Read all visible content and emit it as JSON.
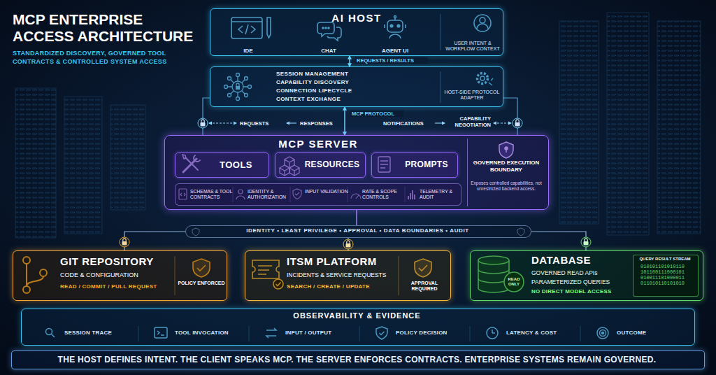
{
  "diagram": {
    "title": "MCP ENTERPRISE ACCESS ARCHITECTURE",
    "nodes": [
      {
        "text": [
          "AI HOST",
          "IDE",
          "CHAT",
          "AGENT UI",
          "USER INTENT & WORKFLOW CONTEXT"
        ]
      },
      {
        "text": [
          "SESSION MANAGEMENT",
          "CAPABILITY DISCOVERY",
          "CONNECTION LIFECYCLE",
          "CONTEXT EXCHANGE",
          "HOST-SIDE PROTOCOL ADAPTER"
        ]
      },
      {
        "text": [
          "MCP SERVER"
        ]
      },
      {
        "text": [
          "TOOLS"
        ],
        "in": 2
      },
      {
        "text": [
          "RESOURCES"
        ],
        "in": 2
      },
      {
        "text": [
          "PROMPTS"
        ],
        "in": 2
      },
      {
        "text": [
          "GOVERNED EXECUTION BOUNDARY",
          "Exposes controlled capabilities, not unrestricted backend access."
        ],
        "in": 2
      },
      {
        "text": [
          "SCHEMAS & TOOL CONTRACTS",
          "IDENTITY & AUTHORIZATION",
          "INPUT VALIDATION",
          "RATE & SCOPE CONTROLS",
          "TELEMETRY & AUDIT"
        ],
        "in": 2
      },
      {
        "text": [
          "IDENTITY • LEAST PRIVILEGE • APPROVAL • DATA BOUNDARIES • AUDIT"
        ]
      },
      {
        "text": [
          "GIT REPOSITORY",
          "CODE & CONFIGURATION",
          "READ / COMMIT / PULL REQUEST",
          "POLICY ENFORCED"
        ]
      },
      {
        "text": [
          "ITSM PLATFORM",
          "INCIDENTS & SERVICE REQUESTS",
          "SEARCH / CREATE / UPDATE",
          "APPROVAL REQUIRED"
        ]
      },
      {
        "text": [
          "DATABASE",
          "GOVERNED READ APIs",
          "PARAMETERIZED QUERIES",
          "NO DIRECT MODEL ACCESS",
          "READ ONLY"
        ]
      },
      {
        "text": [
          "QUERY RESULT STREAM",
          "010101101010110 101100111000101 010011101000011 011010110101010"
        ],
        "in": 11
      },
      {
        "text": [
          "OBSERVABILITY & EVIDENCE",
          "SESSION TRACE",
          "TOOL INVOCATION",
          "INPUT / OUTPUT",
          "POLICY DECISION",
          "LATENCY & COST",
          "OUTCOME"
        ]
      },
      {
        "text": [
          "THE HOST DEFINES INTENT. THE CLIENT SPEAKS MCP. THE SERVER ENFORCES CONTRACTS. ENTERPRISE SYSTEMS REMAIN GOVERNED."
        ]
      }
    ],
    "edges": [
      {
        "from": 0,
        "to": 1,
        "label": "REQUESTS / RESULTS",
        "arrow": "both"
      },
      {
        "from": 1,
        "to": 2,
        "label": "MCP PROTOCOL",
        "arrow": "both"
      },
      {
        "from": 1,
        "to": 2,
        "arrow": "none"
      },
      {
        "from": 1,
        "to": 2,
        "arrow": "none"
      },
      {
        "from": 2,
        "to": 8,
        "arrow": "none"
      },
      {
        "from": 8,
        "to": 9,
        "arrow": "none"
      },
      {
        "from": 8,
        "to": 10,
        "arrow": "none"
      },
      {
        "from": 8,
        "to": 11,
        "arrow": "none"
      }
    ],
    "labels": [
      "STANDARDIZED DISCOVERY, GOVERNED TOOL CONTRACTS & CONTROLLED SYSTEM ACCESS",
      "REQUESTS",
      "RESPONSES",
      "NOTIFICATIONS",
      "CAPABILITY NEGOTIATION"
    ]
  }
}
